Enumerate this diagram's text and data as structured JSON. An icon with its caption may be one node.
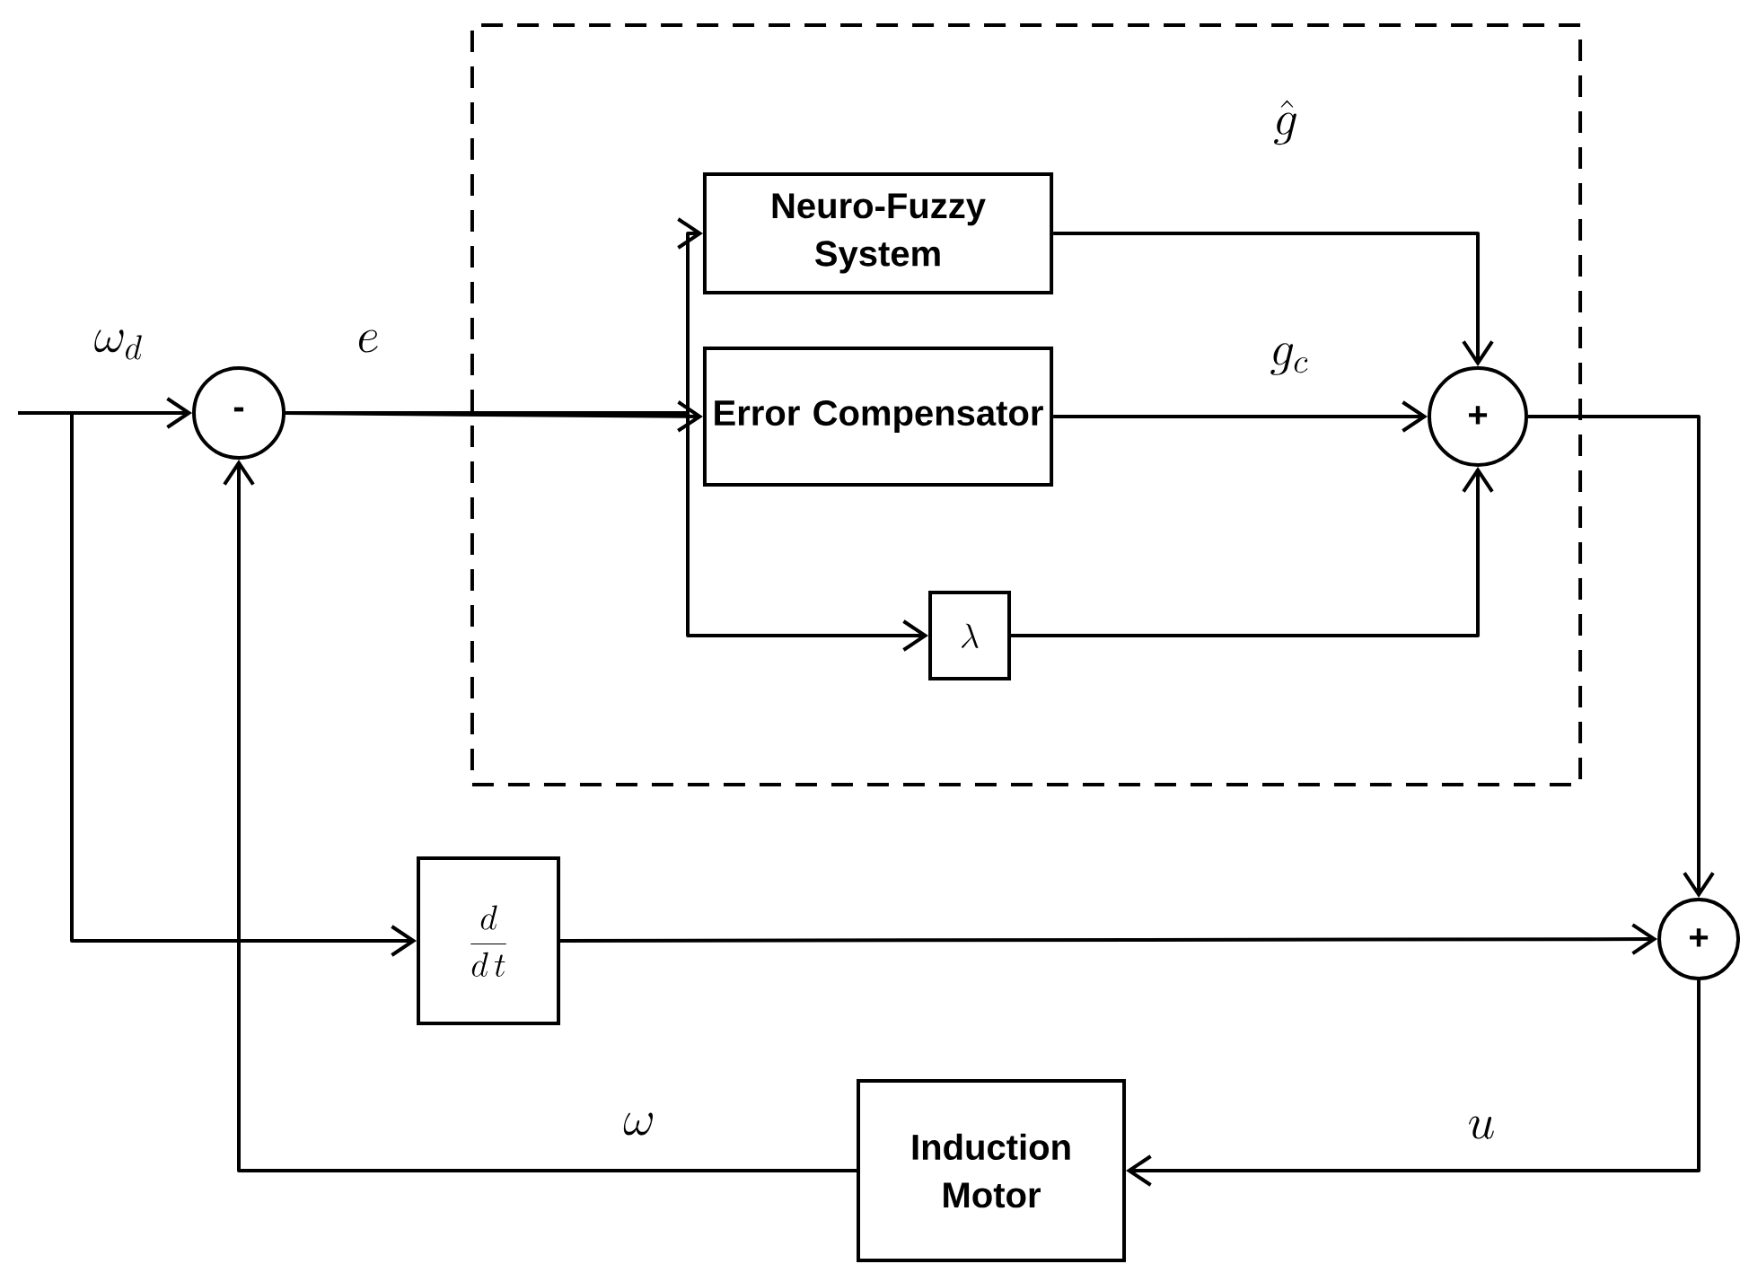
{
  "diagram": {
    "nodes": [
      {
        "text": [],
        "shape": "box"
      },
      {
        "text": [
          "-"
        ]
      },
      {
        "text": [
          "Neuro-Fuzzy System"
        ],
        "in": 0
      },
      {
        "text": [
          "Error Compensator"
        ],
        "in": 0
      },
      {
        "text": [
          "\\lambda"
        ],
        "in": 0
      },
      {
        "text": [
          "+"
        ],
        "in": 0
      },
      {
        "text": [
          "\\frac{d}{d\\,t}"
        ]
      },
      {
        "text": [
          "+"
        ]
      },
      {
        "text": [
          "Induction Motor"
        ]
      }
    ],
    "edges": [
      {
        "from": null,
        "to": 1,
        "arrow": "to",
        "label": "\\omega_d"
      },
      {
        "from": null,
        "to": 6,
        "arrow": "to"
      },
      {
        "from": 1,
        "to": 2,
        "arrow": "to"
      },
      {
        "from": 1,
        "to": 3,
        "arrow": "to",
        "label": "e"
      },
      {
        "from": 1,
        "to": 4,
        "arrow": "to"
      },
      {
        "from": 2,
        "to": 5,
        "arrow": "to",
        "label": "\\hat{g}"
      },
      {
        "from": 3,
        "to": 5,
        "arrow": "to",
        "label": "g_c"
      },
      {
        "from": 4,
        "to": 5,
        "arrow": "to"
      },
      {
        "from": 5,
        "to": 7,
        "arrow": "to"
      },
      {
        "from": 6,
        "to": 7,
        "arrow": "to"
      },
      {
        "from": 7,
        "to": 8,
        "arrow": "to",
        "label": "u"
      },
      {
        "from": 8,
        "to": 1,
        "arrow": "to",
        "label": "\\omega"
      }
    ]
  }
}
